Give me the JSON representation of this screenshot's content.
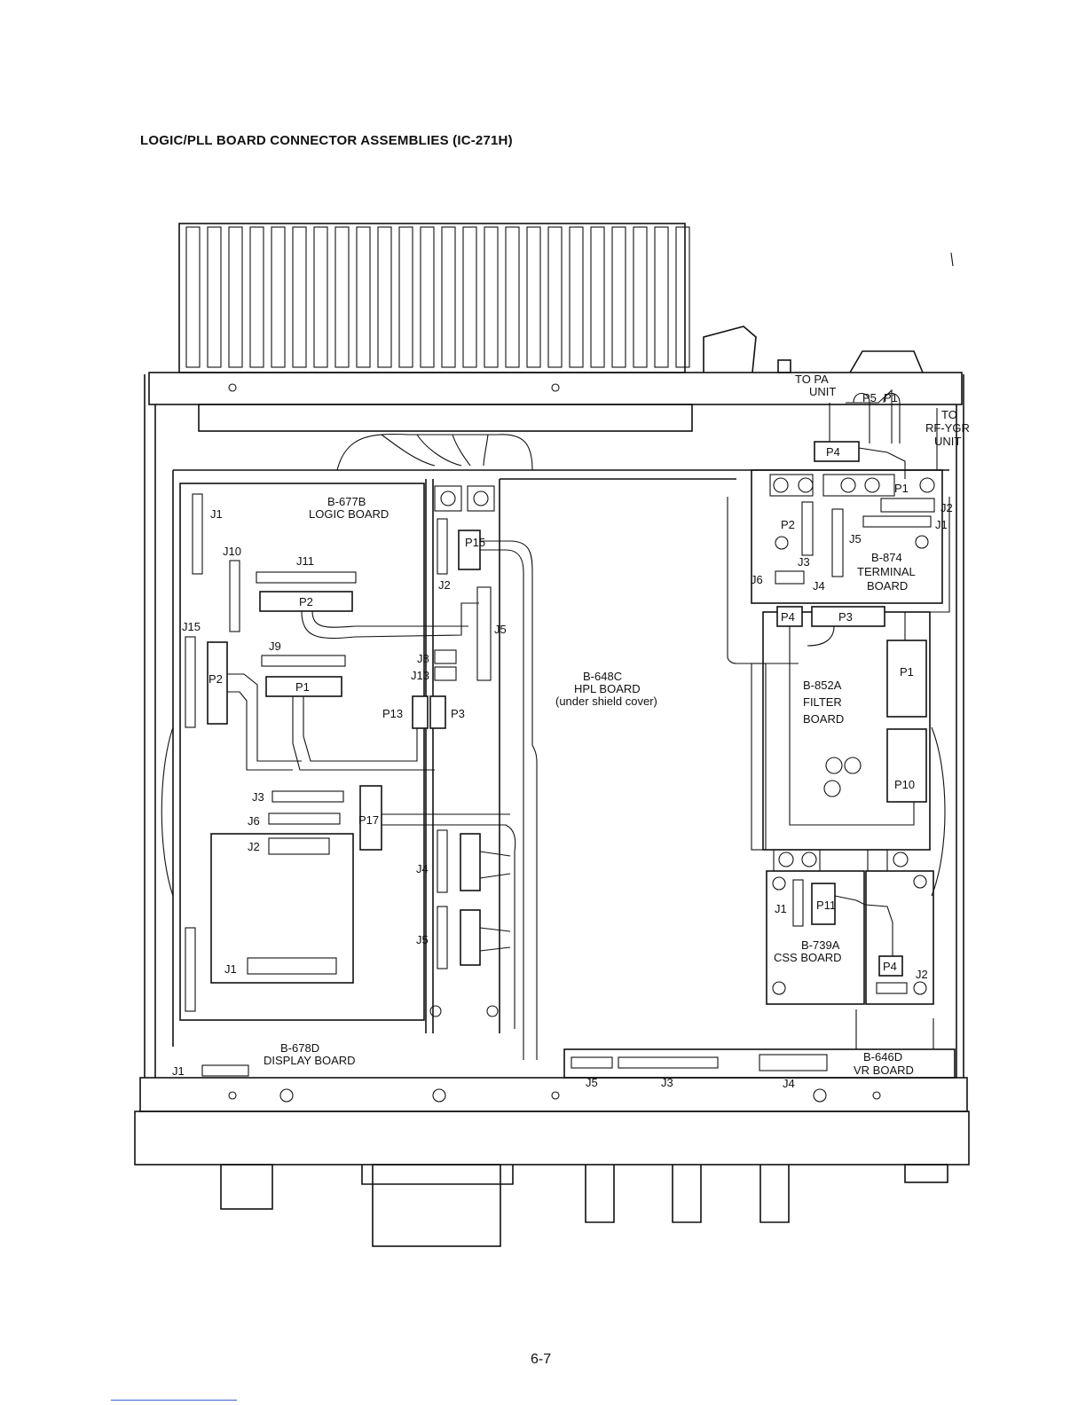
{
  "heading": "LOGIC/PLL BOARD CONNECTOR ASSEMBLIES (IC-271H)",
  "page_number": "6-7",
  "labels": {
    "to_pa_unit_1": "TO PA",
    "to_pa_unit_2": "UNIT",
    "to_rf_ygr_1": "TO",
    "to_rf_ygr_2": "RF-YGR",
    "to_rf_ygr_3": "UNIT",
    "p5": "P5",
    "p1_top": "P1",
    "p4_top": "P4",
    "logic_board_1": "B-677B",
    "logic_board_2": "LOGIC  BOARD",
    "logic_j1": "J1",
    "logic_j10": "J10",
    "logic_j11": "J11",
    "logic_p2": "P2",
    "logic_j15": "J15",
    "logic_j9": "J9",
    "logic_p1": "P1",
    "logic_p2_left": "P2",
    "pll_p15": "P15",
    "pll_j2": "J2",
    "pll_j5": "J5",
    "pll_j8": "J8",
    "pll_j13": "J13",
    "pll_p13": "P13",
    "pll_p3": "P3",
    "hpl_board_1": "B-648C",
    "hpl_board_2": "HPL BOARD",
    "hpl_board_3": "(under shield cover)",
    "term_p1": "P1",
    "term_j2": "J2",
    "term_j1": "J1",
    "term_p2": "P2",
    "term_j5": "J5",
    "term_j3": "J3",
    "term_j6": "J6",
    "term_j4": "J4",
    "terminal_board_1": "B-874",
    "terminal_board_2": "TERMINAL",
    "terminal_board_3": "BOARD",
    "filter_p4": "P4",
    "filter_p3": "P3",
    "filter_board_1": "B-852A",
    "filter_board_2": "FILTER",
    "filter_board_3": "BOARD",
    "filter_p1": "P1",
    "filter_p10": "P10",
    "disp_j3": "J3",
    "disp_j6": "J6",
    "disp_p17": "P17",
    "disp_j2": "J2",
    "disp_j1": "J1",
    "pll_j4": "J4",
    "pll_j5b": "J5",
    "css_j1": "J1",
    "css_p11": "P11",
    "css_board_1": "B-739A",
    "css_board_2": "CSS BOARD",
    "vr_p4": "P4",
    "vr_j2": "J2",
    "display_board_1": "B-678D",
    "display_board_2": "DISPLAY BOARD",
    "display_j1": "J1",
    "vr_j5": "J5",
    "vr_j3": "J3",
    "vr_j4": "J4",
    "vr_board_1": "B-646D",
    "vr_board_2": "VR BOARD"
  }
}
